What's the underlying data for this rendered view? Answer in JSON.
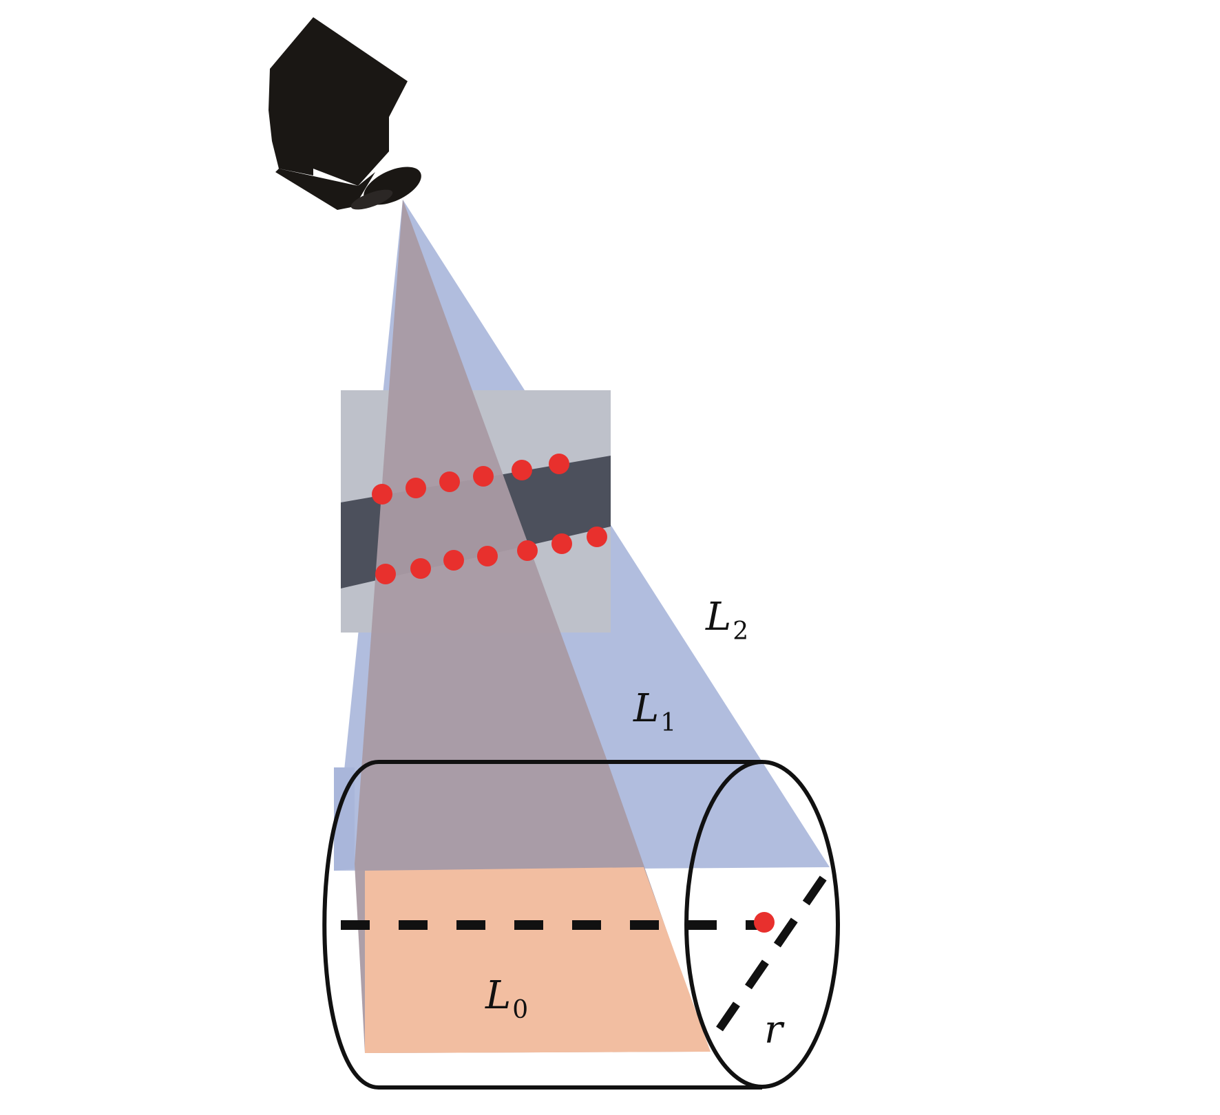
{
  "labels": {
    "L2": {
      "base": "L",
      "sub": "2"
    },
    "L1": {
      "base": "L",
      "sub": "1"
    },
    "L0": {
      "base": "L",
      "sub": "0"
    },
    "r": "r"
  },
  "colors": {
    "camera": "#1a1714",
    "projector_beam": "#a9b6da",
    "inner_beam": "#a99aa3",
    "illuminated_patch": "#f2bea1",
    "marker_dots": "#e8302d",
    "outline": "#111111",
    "photo_background": "#c9c6c2",
    "photo_tube": "#1b1a1a"
  },
  "icons": [
    "camera-icon"
  ]
}
